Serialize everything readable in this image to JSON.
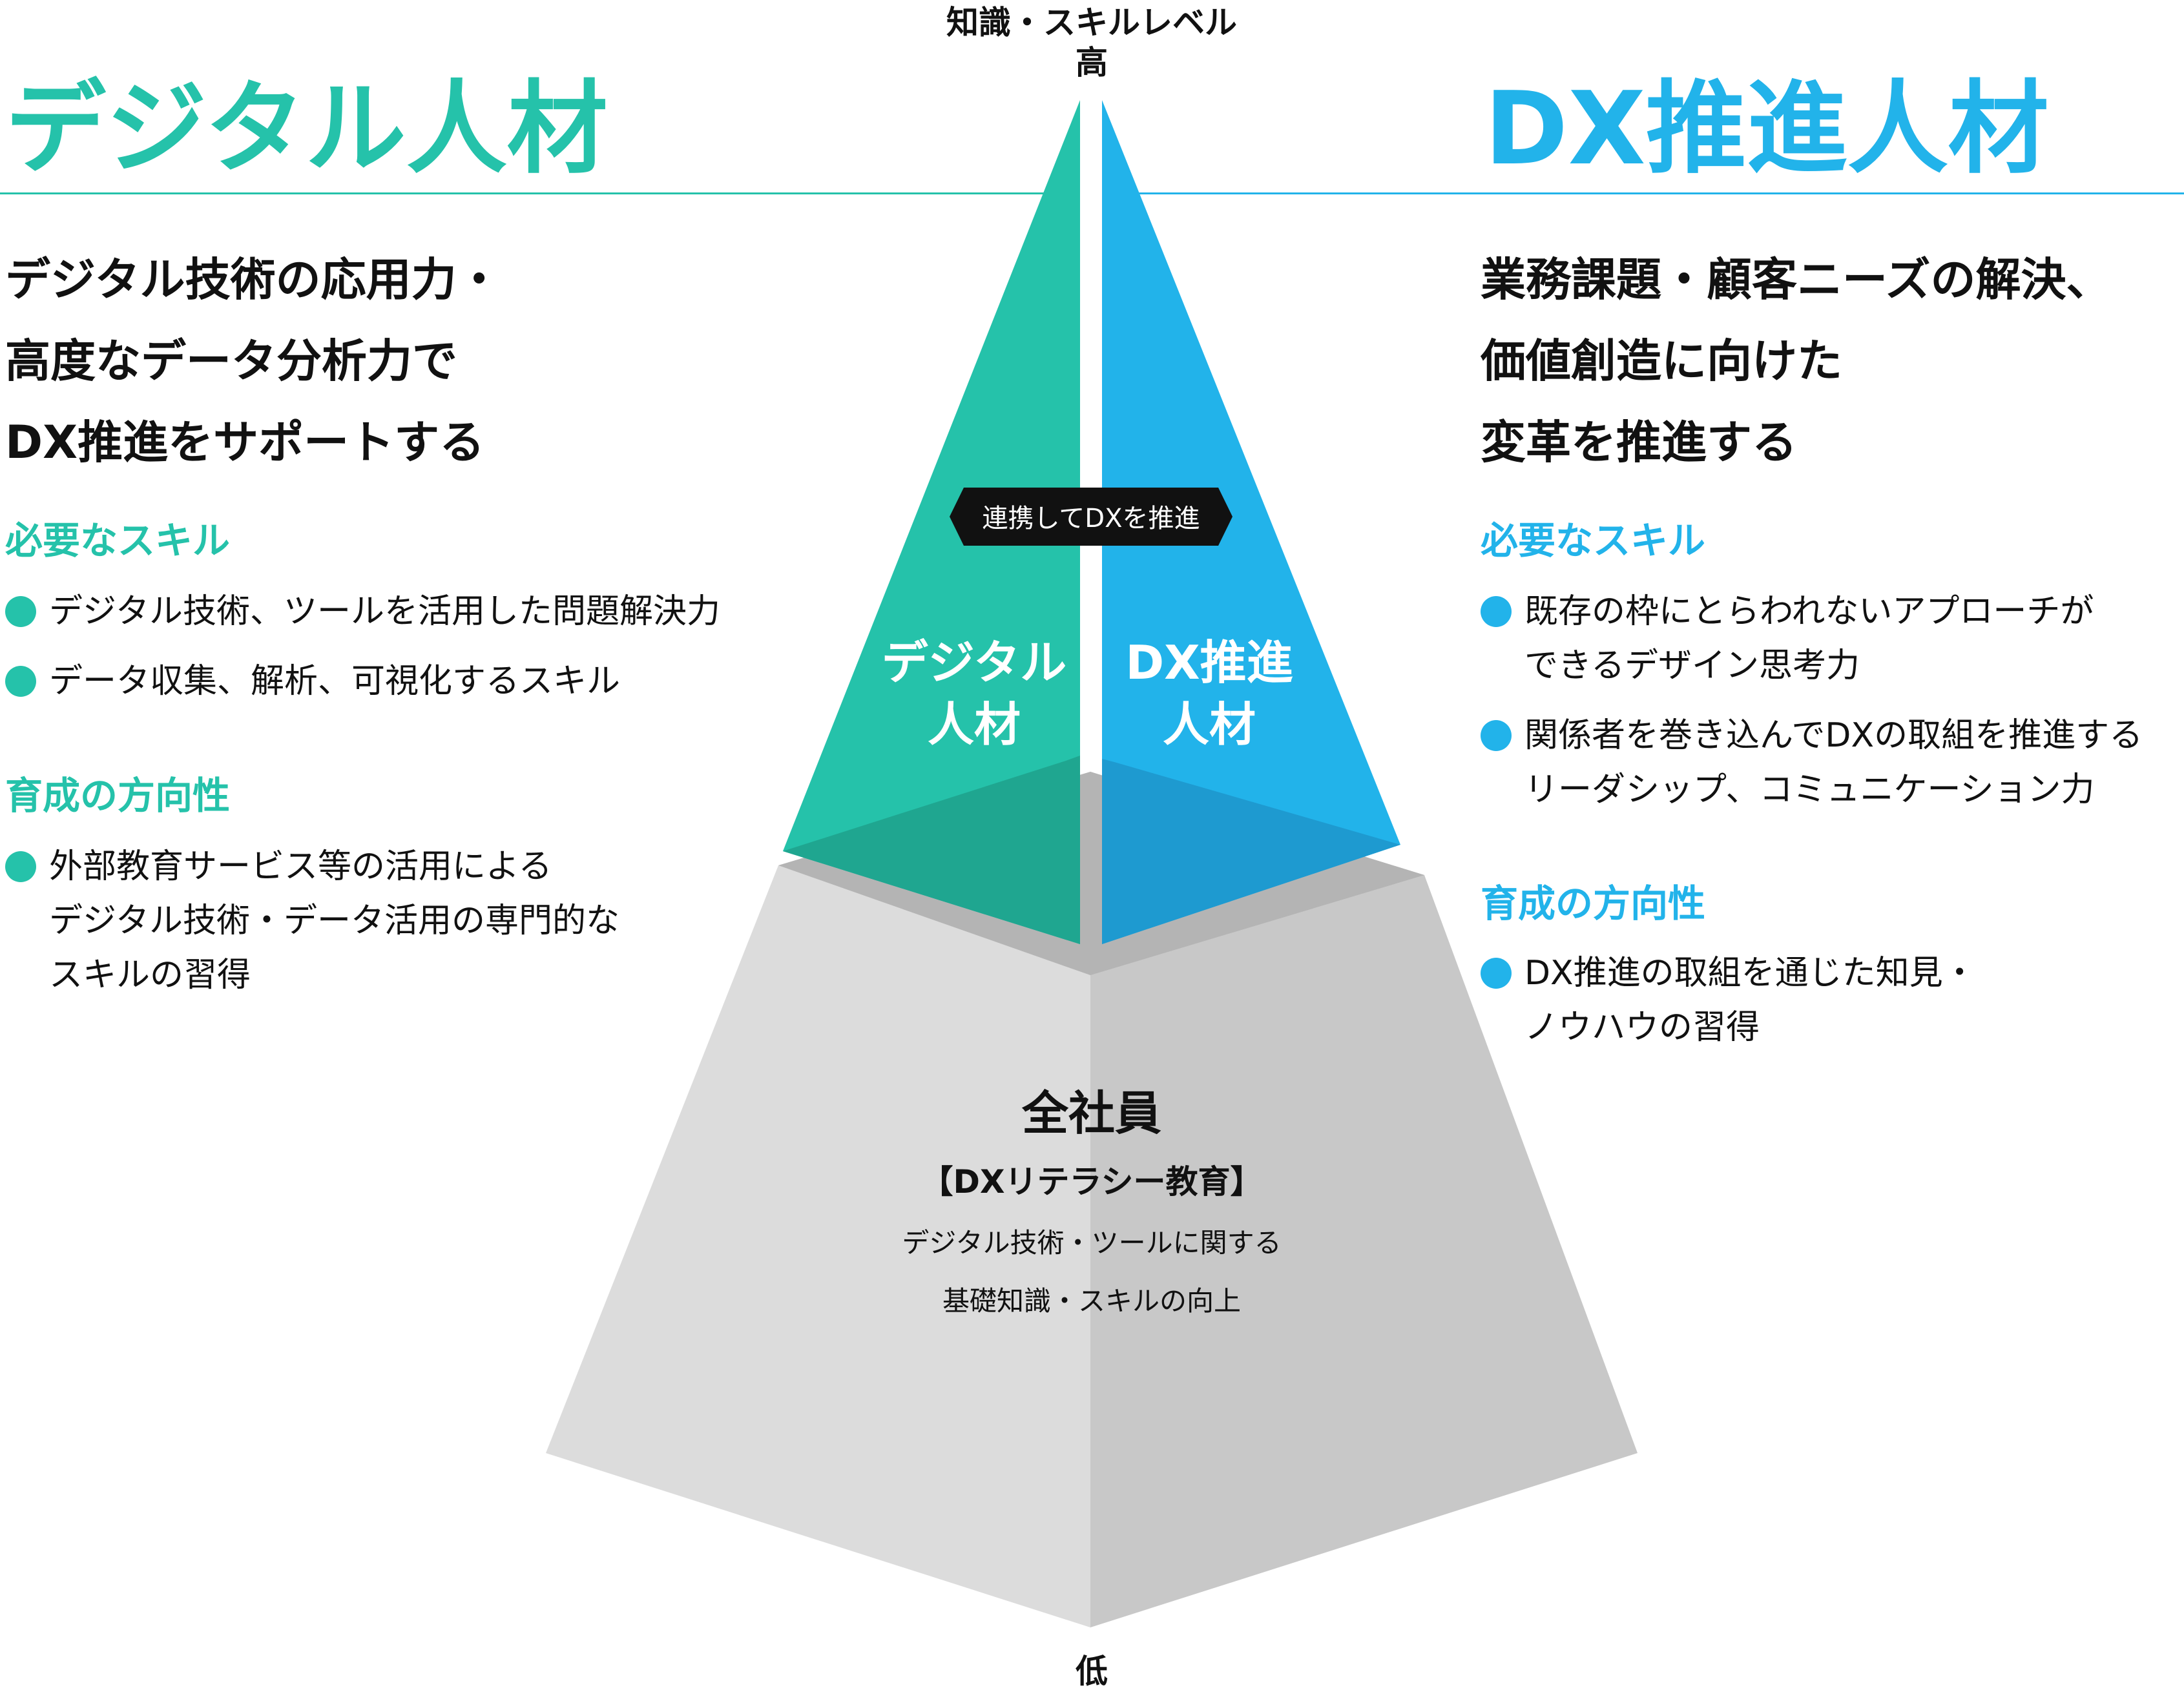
{
  "colors": {
    "digital": "#25C2AA",
    "dx": "#22B3EA",
    "base_light": "#DCDCDC",
    "base_dark": "#C8C8C8",
    "text": "#111111",
    "badge_bg": "#111111",
    "badge_text": "#FFFFFF"
  },
  "axis": {
    "top_line1": "知識・スキルレベル",
    "top_line2": "高",
    "bottom": "低"
  },
  "left": {
    "title": "デジタル人材",
    "lead": [
      "デジタル技術の応用力・",
      "高度なデータ分析力で",
      "DX推進をサポートする"
    ],
    "skills_heading": "必要なスキル",
    "skills": [
      [
        "デジタル技術、ツールを活用した問題解決力"
      ],
      [
        "データ収集、解析、可視化するスキル"
      ]
    ],
    "dev_heading": "育成の方向性",
    "dev": [
      [
        "外部教育サービス等の活用による",
        "デジタル技術・データ活用の専門的な",
        "スキルの習得"
      ]
    ]
  },
  "right": {
    "title": "DX推進人材",
    "lead": [
      "業務課題・顧客ニーズの解決、",
      "価値創造に向けた",
      "変革を推進する"
    ],
    "skills_heading": "必要なスキル",
    "skills": [
      [
        "既存の枠にとらわれないアプローチが",
        "できるデザイン思考力"
      ],
      [
        "関係者を巻き込んでDXの取組を推進する",
        "リーダシップ、コミュニケーション力"
      ]
    ],
    "dev_heading": "育成の方向性",
    "dev": [
      [
        "DX推進の取組を通じた知見・",
        "ノウハウの習得"
      ]
    ]
  },
  "pyramid": {
    "badge": "連携してDXを推進",
    "left_label": [
      "デジタル",
      "人材"
    ],
    "right_label": [
      "DX推進",
      "人材"
    ],
    "base_title": "全社員",
    "base_subtitle": "【DXリテラシー教育】",
    "base_desc": [
      "デジタル技術・ツールに関する",
      "基礎知識・スキルの向上"
    ]
  }
}
